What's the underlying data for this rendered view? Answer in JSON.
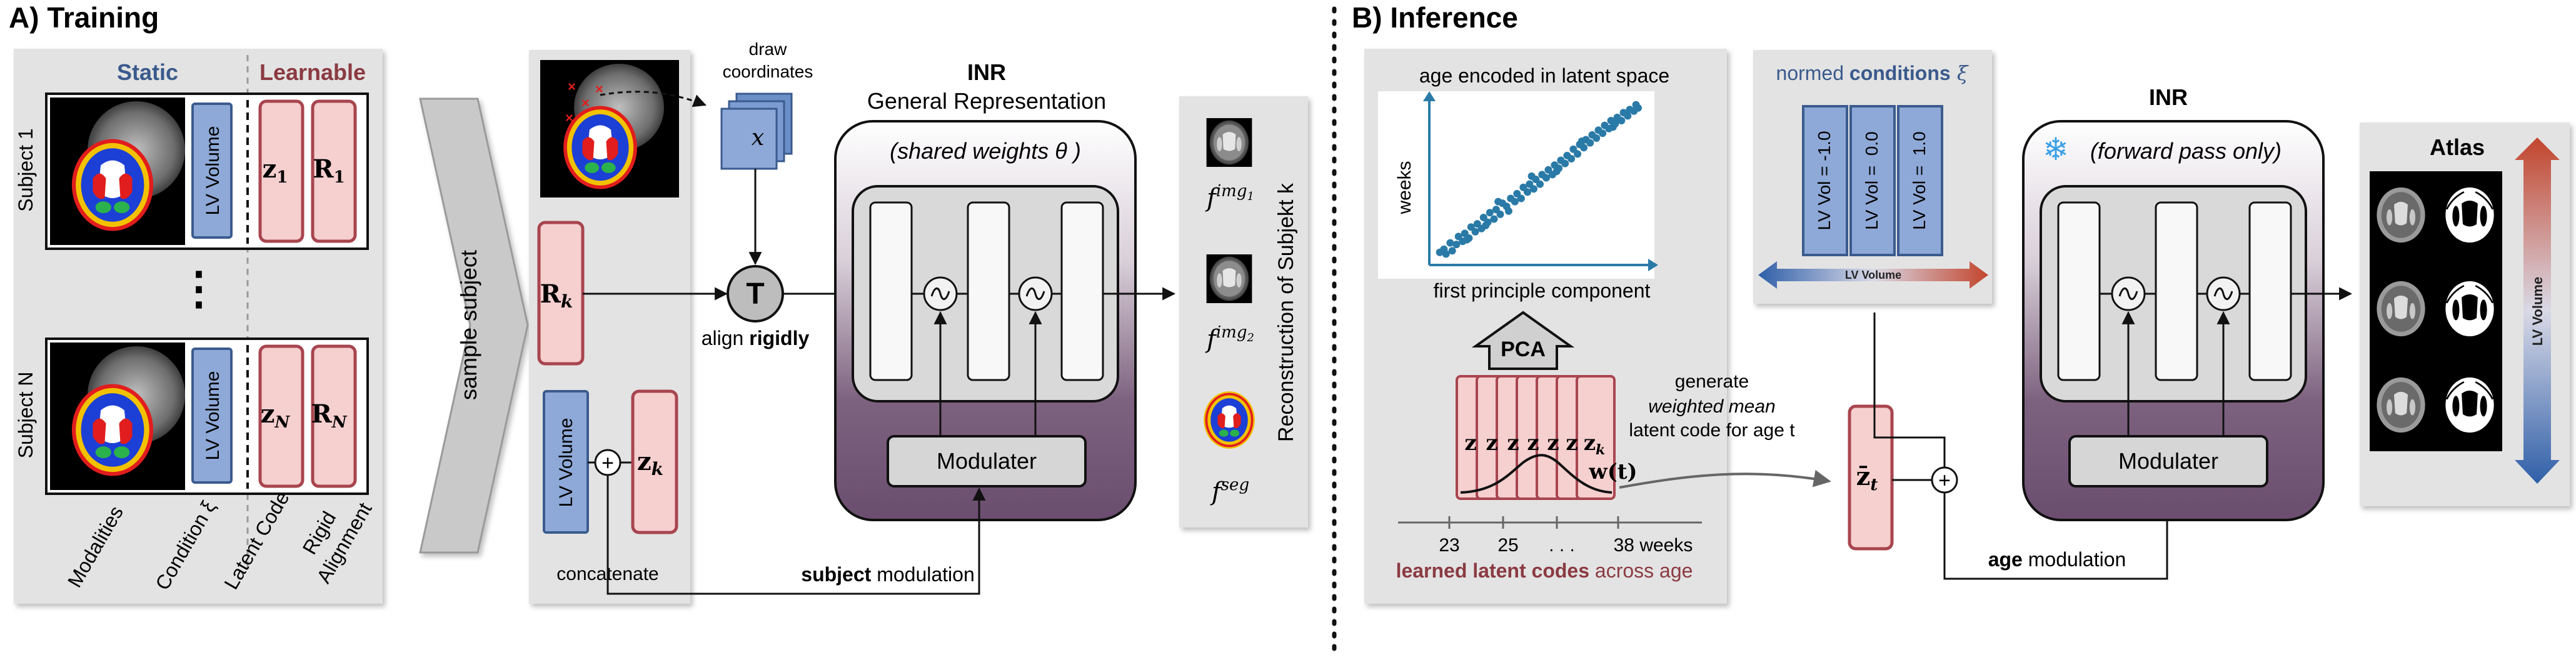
{
  "training": {
    "title": "A) Training",
    "static_label": "Static",
    "learnable_label": "Learnable",
    "subject_top": "Subject 1",
    "subject_bottom": "Subject N",
    "lv_volume": "LV Volume",
    "dots": "⋮",
    "z_top": "z",
    "z_top_sub": "1",
    "r_top": "R",
    "r_top_sub": "1",
    "z_bottom": "z",
    "z_bottom_sub": "N",
    "r_bottom": "R",
    "r_bottom_sub": "N",
    "col_modalities": "Modalities",
    "col_condition": "Condition ξ",
    "col_latent": "Latent Code",
    "col_rigid_1": "Rigid",
    "col_rigid_2": "Alignment",
    "sample_subject": "sample subject",
    "draw_coords_1": "draw",
    "draw_coords_2": "coordinates",
    "x_var": "x",
    "rk_main": "R",
    "rk_sub": "k",
    "zk_main": "z",
    "zk_sub": "k",
    "t_node": "T",
    "plus": "+",
    "align_prefix": "align ",
    "align_bold": "rigidly",
    "concatenate": "concatenate",
    "subject_mod_bold": "subject",
    "subject_mod_rest": " modulation",
    "inr_title": "INR",
    "inr_subtitle": "General Representation",
    "shared_weights": "(shared weights θ )",
    "modulater": "Modulater",
    "f_img1_base": "f",
    "f_img1_sup": "img",
    "f_img1_idx": "1",
    "f_img2_base": "f",
    "f_img2_sup": "img",
    "f_img2_idx": "2",
    "f_seg_base": "f",
    "f_seg_sup": "seg",
    "reconstruction": "Reconstruction of Subjekt k"
  },
  "inference": {
    "title": "B) Inference",
    "scatter_title": "age encoded in latent space",
    "scatter_ylabel": "weeks",
    "scatter_xlabel": "first principle component",
    "pca": "PCA",
    "latent_z": "z",
    "latent_zk": "z",
    "latent_zk_sub": "k",
    "wt": "w(t)",
    "ticks": [
      "23",
      "25",
      ". . .",
      "38 weeks"
    ],
    "learned_bold": "learned latent codes",
    "learned_rest": " across age",
    "generate_1": "generate",
    "generate_2": "weighted mean",
    "generate_3": "latent code for age t",
    "zt_bar": "z̄",
    "zt_sub": "t",
    "plus": "+",
    "normed_prefix": "normed ",
    "normed_bold": "conditions",
    "normed_xi": " ξ",
    "lv_vols": [
      "LV Vol = -1.0",
      "LV Vol =  0.0",
      "LV Vol =  1.0"
    ],
    "lv_volume_bar": "LV Volume",
    "inr_title": "INR",
    "forward_pass": "(forward pass only)",
    "snowflake": "❄",
    "modulater": "Modulater",
    "age_mod_bold": "age",
    "age_mod_rest": " modulation",
    "atlas": "Atlas",
    "atlas_lv": "LV Volume"
  },
  "scatter_data": {
    "type": "scatter",
    "xlabel": "first principle component",
    "ylabel": "weeks",
    "points": [
      [
        0.02,
        0.04
      ],
      [
        0.04,
        0.06
      ],
      [
        0.05,
        0.03
      ],
      [
        0.07,
        0.1
      ],
      [
        0.08,
        0.05
      ],
      [
        0.1,
        0.09
      ],
      [
        0.11,
        0.14
      ],
      [
        0.13,
        0.11
      ],
      [
        0.14,
        0.16
      ],
      [
        0.16,
        0.13
      ],
      [
        0.17,
        0.2
      ],
      [
        0.19,
        0.17
      ],
      [
        0.2,
        0.22
      ],
      [
        0.22,
        0.19
      ],
      [
        0.23,
        0.26
      ],
      [
        0.25,
        0.23
      ],
      [
        0.26,
        0.29
      ],
      [
        0.28,
        0.25
      ],
      [
        0.29,
        0.31
      ],
      [
        0.31,
        0.28
      ],
      [
        0.32,
        0.35
      ],
      [
        0.34,
        0.33
      ],
      [
        0.35,
        0.3
      ],
      [
        0.36,
        0.38
      ],
      [
        0.38,
        0.36
      ],
      [
        0.39,
        0.41
      ],
      [
        0.41,
        0.38
      ],
      [
        0.42,
        0.45
      ],
      [
        0.44,
        0.42
      ],
      [
        0.45,
        0.47
      ],
      [
        0.47,
        0.44
      ],
      [
        0.48,
        0.5
      ],
      [
        0.5,
        0.47
      ],
      [
        0.51,
        0.53
      ],
      [
        0.53,
        0.51
      ],
      [
        0.54,
        0.56
      ],
      [
        0.56,
        0.53
      ],
      [
        0.57,
        0.59
      ],
      [
        0.59,
        0.57
      ],
      [
        0.6,
        0.62
      ],
      [
        0.62,
        0.6
      ],
      [
        0.63,
        0.65
      ],
      [
        0.65,
        0.63
      ],
      [
        0.66,
        0.69
      ],
      [
        0.68,
        0.66
      ],
      [
        0.69,
        0.72
      ],
      [
        0.71,
        0.7
      ],
      [
        0.72,
        0.75
      ],
      [
        0.74,
        0.73
      ],
      [
        0.75,
        0.78
      ],
      [
        0.77,
        0.76
      ],
      [
        0.78,
        0.81
      ],
      [
        0.8,
        0.79
      ],
      [
        0.81,
        0.84
      ],
      [
        0.83,
        0.82
      ],
      [
        0.84,
        0.87
      ],
      [
        0.86,
        0.85
      ],
      [
        0.87,
        0.89
      ],
      [
        0.89,
        0.87
      ],
      [
        0.9,
        0.92
      ],
      [
        0.92,
        0.9
      ],
      [
        0.93,
        0.94
      ],
      [
        0.95,
        0.93
      ],
      [
        0.96,
        0.97
      ],
      [
        0.97,
        0.95
      ],
      [
        0.3,
        0.36
      ],
      [
        0.46,
        0.52
      ],
      [
        0.58,
        0.55
      ],
      [
        0.7,
        0.74
      ],
      [
        0.24,
        0.21
      ],
      [
        0.15,
        0.12
      ],
      [
        0.85,
        0.83
      ]
    ]
  },
  "colors": {
    "panel_bg": "#e3e3e3",
    "static_blue": "#3a5a8c",
    "learnable_red": "#8b3a42",
    "latent_fill": "#f6cfcf",
    "latent_stroke": "#a8454f",
    "lv_fill": "#8ea9d8",
    "lv_stroke": "#3b5b8e",
    "inr_purple": "#6b4e6f",
    "scatter_blue": "#2a7aa7"
  }
}
